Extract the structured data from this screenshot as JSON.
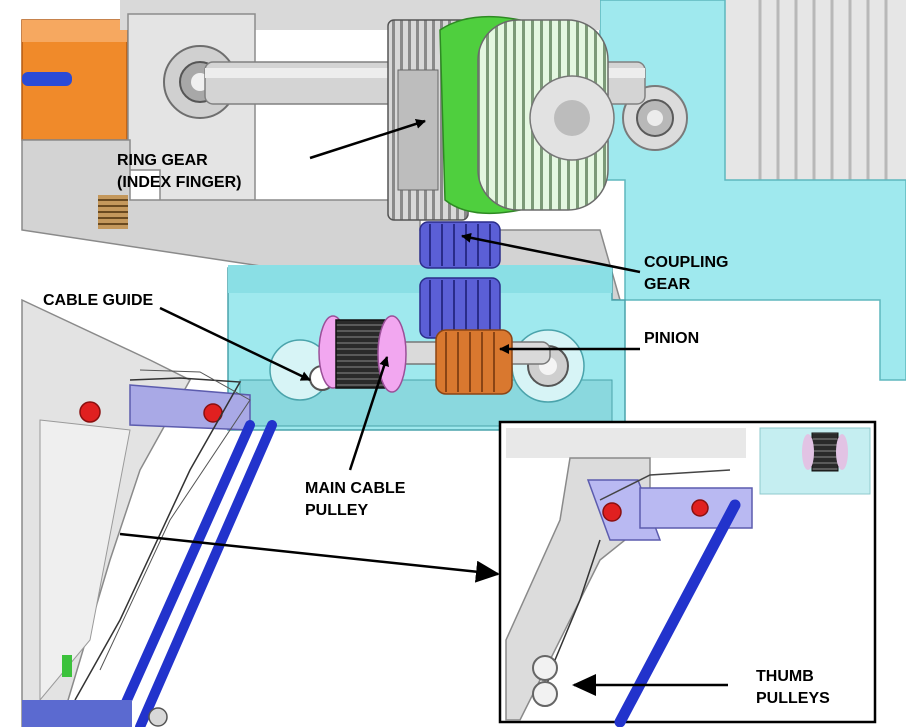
{
  "labels": {
    "ring_gear": [
      "RING GEAR",
      "(INDEX FINGER)"
    ],
    "coupling_gear": [
      "COUPLING",
      "GEAR"
    ],
    "cable_guide": [
      "CABLE GUIDE"
    ],
    "pinion": [
      "PINION"
    ],
    "main_cable_pulley": [
      "MAIN CABLE",
      "PULLEY"
    ],
    "thumb_pulleys": [
      "THUMB",
      "PULLEYS"
    ]
  },
  "colors": {
    "cyan_housing": "#9fe9ee",
    "grey_plate": "#d6d6d6",
    "ring_gear": "#cfcfcf",
    "coupling_gear": "#5b5fd6",
    "pinion": "#d9782f",
    "pulley_pink": "#f2a7f0",
    "pulley_black": "#262626",
    "motor_orange": "#f08a2a",
    "green_ring": "#4fcf3e",
    "blue_rod": "#2233cc",
    "red_pin": "#e02020",
    "link_purple": "#b9b9f2",
    "arrow": "#000000"
  }
}
